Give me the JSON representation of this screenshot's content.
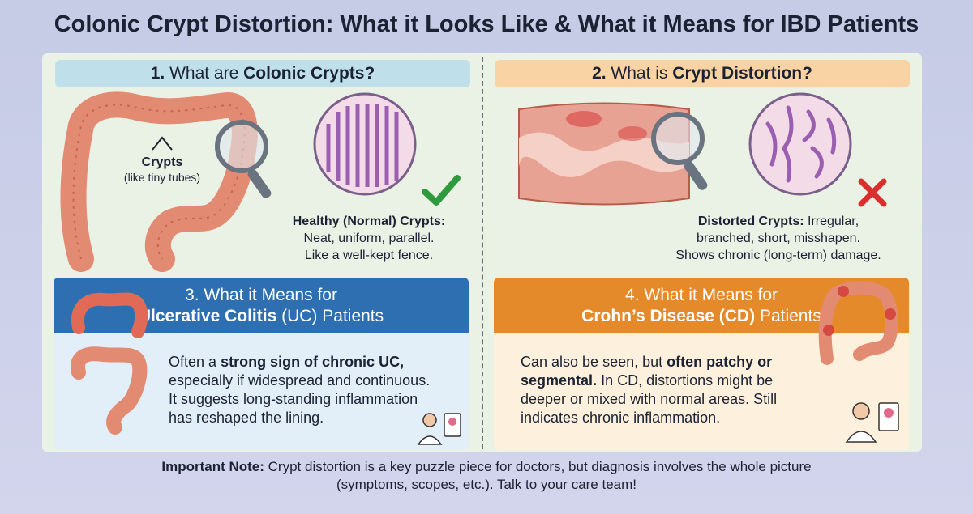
{
  "title": "Colonic Crypt Distortion: What it Looks Like & What it Means for IBD Patients",
  "section1": {
    "heading_num": "1.",
    "heading_pre": "What are",
    "heading_bold": "Colonic Crypts?",
    "crypts_label": "Crypts",
    "crypts_sub": "(like tiny tubes)",
    "healthy_title": "Healthy (Normal) Crypts:",
    "healthy_line1": "Neat, uniform, parallel.",
    "healthy_line2": "Like a well-kept fence."
  },
  "section2": {
    "heading_num": "2.",
    "heading_pre": "What is",
    "heading_bold": "Crypt Distortion?",
    "distorted_title": "Distorted Crypts:",
    "distorted_line1": "Irregular,",
    "distorted_line2": "branched, short, misshapen.",
    "distorted_line3": "Shows chronic (long-term) damage."
  },
  "section3": {
    "head_line1": "3. What it Means for",
    "head_bold": "Ulcerative Colitis",
    "head_rest": "(UC) Patients",
    "body_pre": "Often a",
    "body_bold": "strong sign of chronic UC,",
    "body_line2": "especially if widespread and continuous.",
    "body_line3": "It suggests long-standing inflammation",
    "body_line4": "has reshaped the lining."
  },
  "section4": {
    "head_line1": "4. What it Means for",
    "head_bold": "Crohn’s Disease (CD)",
    "head_rest": "Patients",
    "body_pre": "Can also be seen, but",
    "body_bold1": "often patchy or",
    "body_bold2": "segmental.",
    "body_line2_rest": "In CD, distortions might be",
    "body_line3": "deeper or mixed with normal areas. Still",
    "body_line4": "indicates chronic inflammation."
  },
  "note": {
    "bold": "Important Note:",
    "line1": "Crypt distortion is a key puzzle piece for doctors, but diagnosis involves the whole picture",
    "line2": "(symptoms, scopes, etc.). Talk to your care team!"
  },
  "icons": {
    "check": "check-icon",
    "cross": "cross-icon",
    "magnifier": "magnifier-icon",
    "doctor": "doctor-icon"
  },
  "colors": {
    "uc_header": "#2d6fb0",
    "cd_header": "#e48a2a",
    "check": "#2e9a3e",
    "cross": "#d9302e"
  }
}
